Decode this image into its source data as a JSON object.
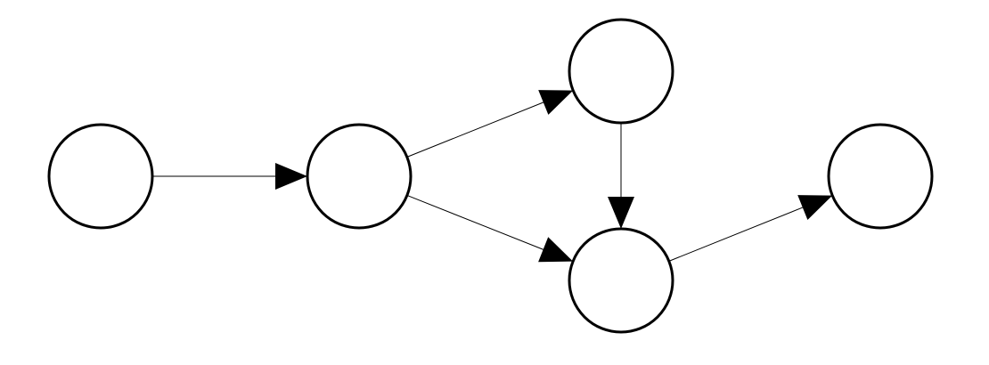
{
  "diagram": {
    "type": "directed-graph",
    "node_count": 5,
    "nodes": [
      {
        "id": "n1",
        "label": ""
      },
      {
        "id": "n2",
        "label": ""
      },
      {
        "id": "n3",
        "label": ""
      },
      {
        "id": "n4",
        "label": ""
      },
      {
        "id": "n5",
        "label": ""
      }
    ],
    "edges": [
      {
        "from": "n1",
        "to": "n2"
      },
      {
        "from": "n2",
        "to": "n3"
      },
      {
        "from": "n2",
        "to": "n4"
      },
      {
        "from": "n3",
        "to": "n4"
      },
      {
        "from": "n4",
        "to": "n5"
      }
    ],
    "colors": {
      "stroke": "#000000",
      "fill": "#ffffff",
      "background": "#ffffff"
    }
  }
}
